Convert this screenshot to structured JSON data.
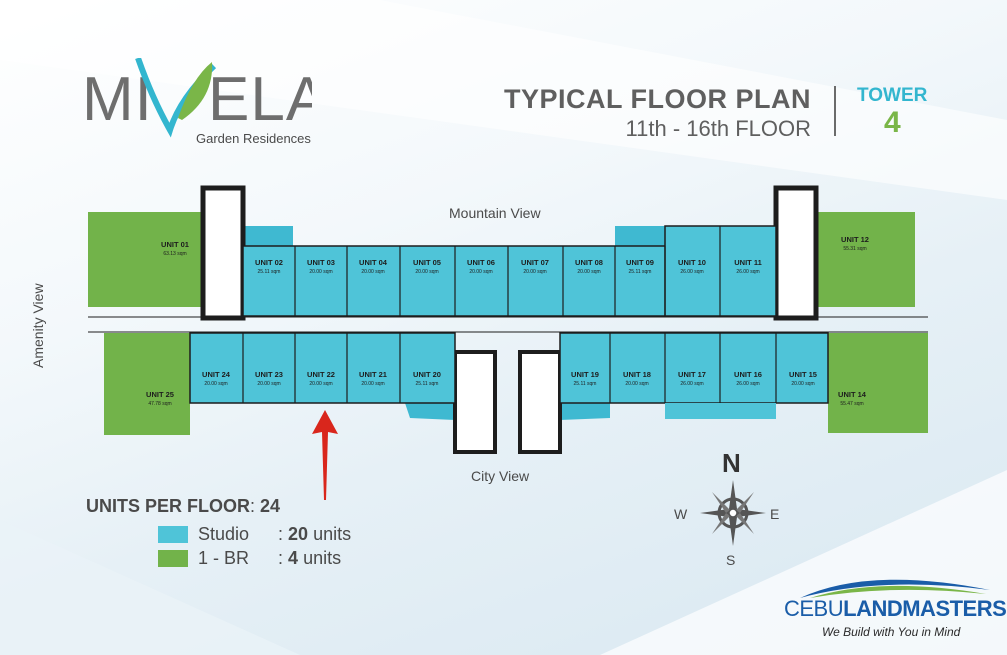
{
  "logo": {
    "brand": "MIVELA",
    "subtitle": "Garden Residences"
  },
  "header": {
    "title": "TYPICAL FLOOR PLAN",
    "floors": "11th - 16th FLOOR",
    "tower_label": "TOWER",
    "tower_number": "4"
  },
  "views": {
    "mountain": "Mountain View",
    "city": "City View",
    "amenity": "Amenity View"
  },
  "colors": {
    "studio": "#4fc4d8",
    "one_br": "#72b34a",
    "arrow": "#d9261c"
  },
  "units": [
    {
      "name": "UNIT 01",
      "area": "63.13 sqm",
      "type": "1-BR"
    },
    {
      "name": "UNIT 02",
      "area": "25.11 sqm",
      "type": "Studio"
    },
    {
      "name": "UNIT 03",
      "area": "20.00 sqm",
      "type": "Studio"
    },
    {
      "name": "UNIT 04",
      "area": "20.00 sqm",
      "type": "Studio"
    },
    {
      "name": "UNIT 05",
      "area": "20.00 sqm",
      "type": "Studio"
    },
    {
      "name": "UNIT 06",
      "area": "20.00 sqm",
      "type": "Studio"
    },
    {
      "name": "UNIT 07",
      "area": "20.00 sqm",
      "type": "Studio"
    },
    {
      "name": "UNIT 08",
      "area": "20.00 sqm",
      "type": "Studio"
    },
    {
      "name": "UNIT 09",
      "area": "25.11 sqm",
      "type": "Studio"
    },
    {
      "name": "UNIT 10",
      "area": "26.00 sqm",
      "type": "Studio"
    },
    {
      "name": "UNIT 11",
      "area": "26.00 sqm",
      "type": "Studio"
    },
    {
      "name": "UNIT 12",
      "area": "55.31 sqm",
      "type": "1-BR"
    },
    {
      "name": "UNIT 14",
      "area": "55.47 sqm",
      "type": "1-BR"
    },
    {
      "name": "UNIT 15",
      "area": "20.00 sqm",
      "type": "Studio"
    },
    {
      "name": "UNIT 16",
      "area": "26.00 sqm",
      "type": "Studio"
    },
    {
      "name": "UNIT 17",
      "area": "26.00 sqm",
      "type": "Studio"
    },
    {
      "name": "UNIT 18",
      "area": "20.00 sqm",
      "type": "Studio"
    },
    {
      "name": "UNIT 19",
      "area": "25.11 sqm",
      "type": "Studio"
    },
    {
      "name": "UNIT 20",
      "area": "25.11 sqm",
      "type": "Studio"
    },
    {
      "name": "UNIT 21",
      "area": "20.00 sqm",
      "type": "Studio"
    },
    {
      "name": "UNIT 22",
      "area": "20.00 sqm",
      "type": "Studio"
    },
    {
      "name": "UNIT 23",
      "area": "20.00 sqm",
      "type": "Studio"
    },
    {
      "name": "UNIT 24",
      "area": "20.00 sqm",
      "type": "Studio"
    },
    {
      "name": "UNIT 25",
      "area": "47.78 sqm",
      "type": "1-BR"
    }
  ],
  "legend": {
    "title": "UNITS PER FLOOR",
    "total": "24",
    "studio_label": "Studio",
    "studio_count": "20",
    "one_br_label": "1 - BR",
    "one_br_count": "4",
    "units_word": "units",
    "colon": ":"
  },
  "compass": {
    "n": "N",
    "s": "S",
    "e": "E",
    "w": "W"
  },
  "developer": {
    "name_part1": "CEBU",
    "name_part2": "LANDMASTERS",
    "tagline": "We Build with You in Mind"
  }
}
